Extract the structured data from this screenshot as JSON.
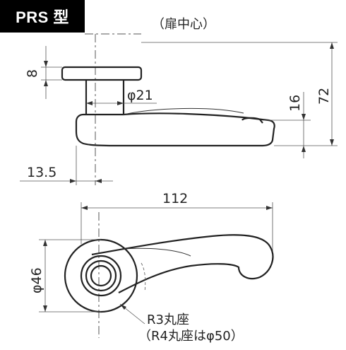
{
  "badge": {
    "label": "PRS 型"
  },
  "labels": {
    "door_center": "（扉中心）",
    "dim_8": "8",
    "dim_phi21": "φ21",
    "dim_16": "16",
    "dim_72": "72",
    "dim_13_5": "13.5",
    "dim_112": "112",
    "dim_phi46": "φ46",
    "rosette_note": "R3丸座",
    "rosette_alt": "（R4丸座はφ50）"
  },
  "colors": {
    "ink": "#222222",
    "badge_bg": "#000000",
    "badge_text": "#ffffff"
  }
}
